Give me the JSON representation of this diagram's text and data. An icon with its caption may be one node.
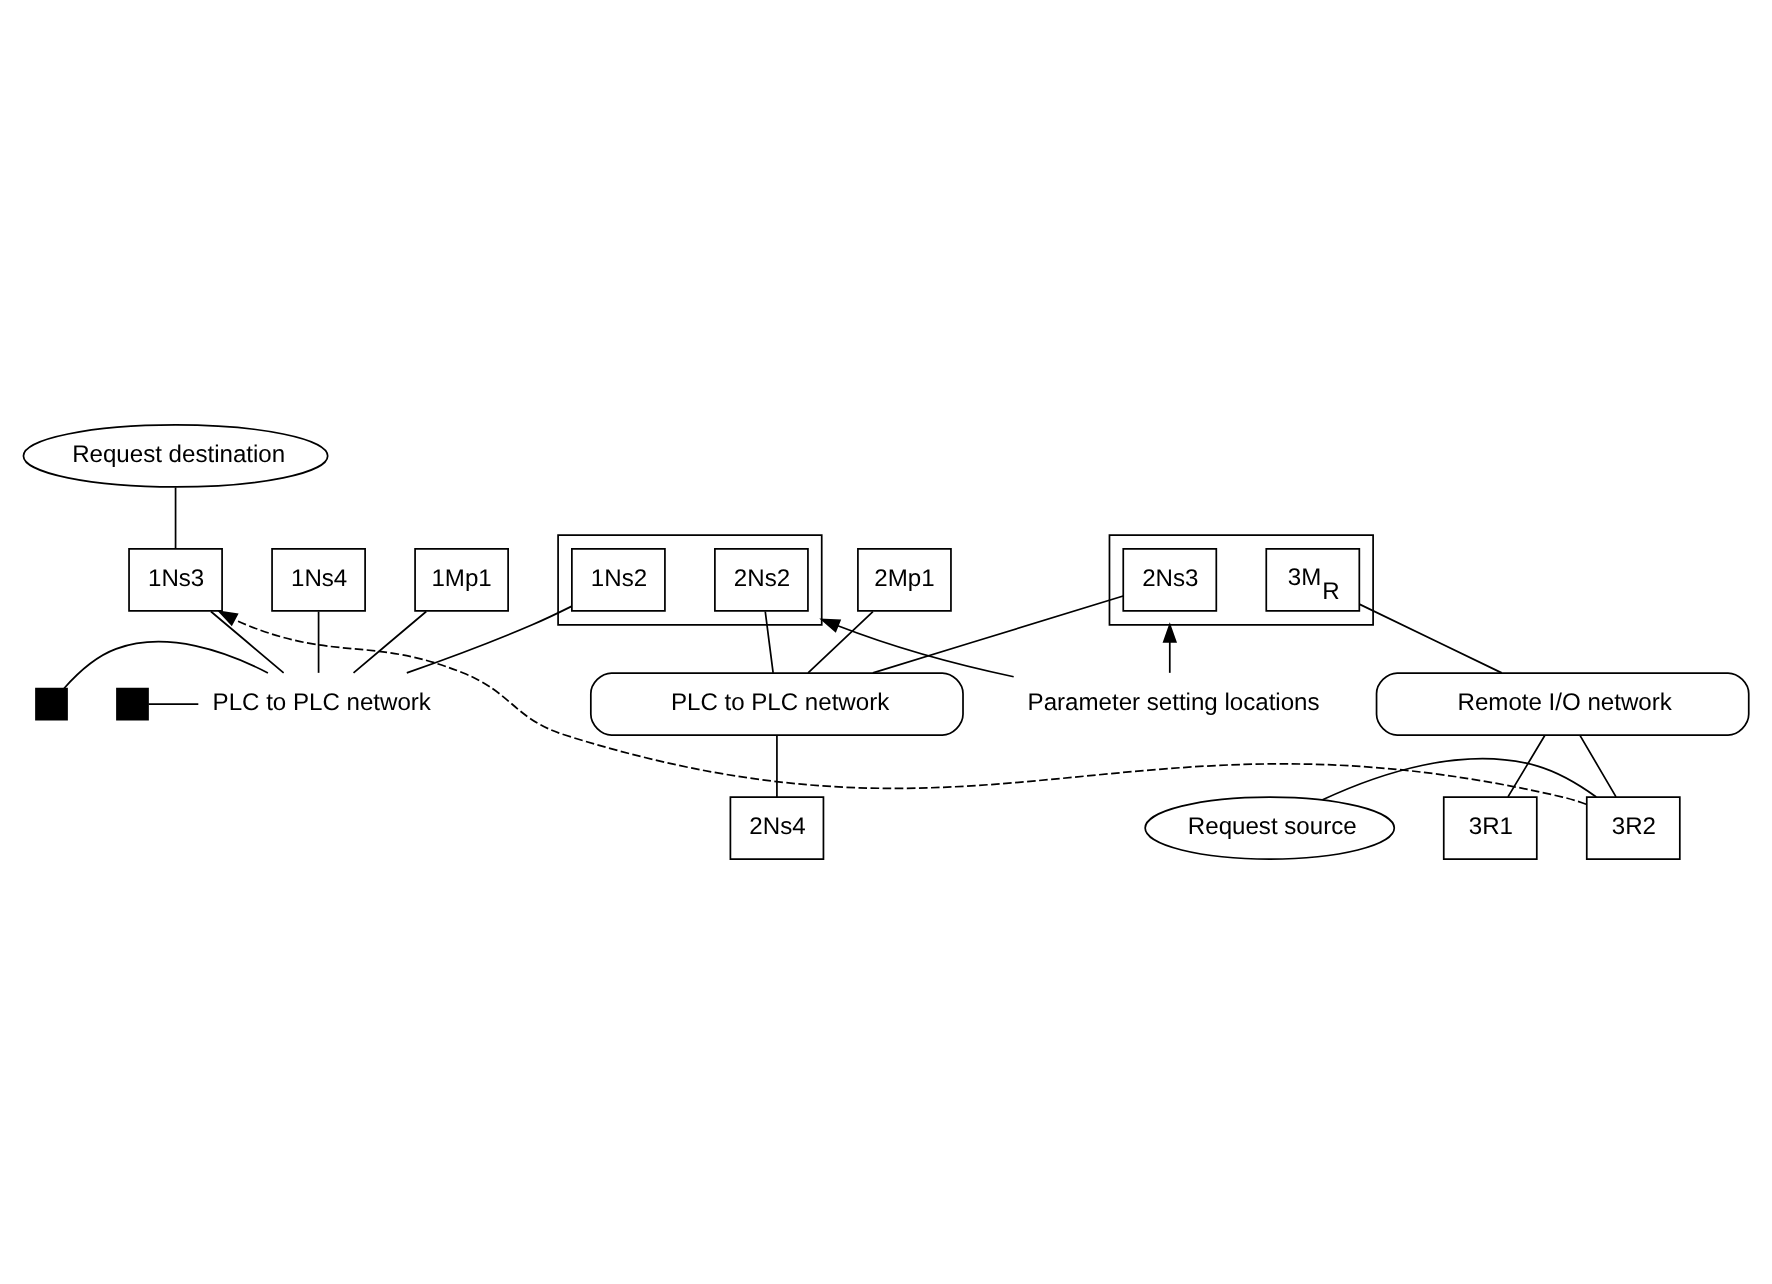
{
  "diagram": {
    "nodes": [
      {
        "text": [
          "Request destination"
        ]
      },
      {
        "text": [
          "1Mp1"
        ]
      },
      {
        "text": [
          "1Ns3"
        ]
      },
      {
        "text": [
          "1Ns4"
        ]
      },
      {
        "text": [
          "PLC to PLC network"
        ]
      },
      {
        "text": [],
        "shape": "box"
      },
      {
        "text": [
          "2Ns2"
        ],
        "in": 5
      },
      {
        "text": [
          "1Ns2"
        ],
        "in": 5
      },
      {
        "text": [
          "2Mp1"
        ]
      },
      {
        "text": [
          "PLC to PLC network"
        ]
      },
      {
        "text": [
          "2Ns4"
        ]
      },
      {
        "text": [],
        "shape": "box"
      },
      {
        "text": [
          "2Ns3"
        ],
        "in": 11
      },
      {
        "text": [
          "3M$_{R}$"
        ],
        "in": 11
      },
      {
        "text": [
          "Remote I/O network"
        ]
      },
      {
        "text": [
          "3R1"
        ]
      },
      {
        "text": [
          "3R2"
        ]
      },
      {
        "text": [
          "Request source"
        ]
      },
      {
        "text": [],
        "shape": "box"
      },
      {
        "text": [],
        "shape": "box"
      },
      {
        "text": [
          "Parameter setting locations"
        ]
      }
    ],
    "edges": [
      {
        "from": 0,
        "to": 2,
        "arrow": "none"
      },
      {
        "from": 1,
        "to": 4,
        "arrow": "none"
      },
      {
        "from": 2,
        "to": 4,
        "arrow": "none"
      },
      {
        "from": 3,
        "to": 4,
        "arrow": "none"
      },
      {
        "from": 18,
        "to": 4,
        "arrow": "none"
      },
      {
        "from": 19,
        "to": 4,
        "arrow": "none"
      },
      {
        "from": 7,
        "to": 4,
        "arrow": "none"
      },
      {
        "from": 8,
        "to": 9,
        "arrow": "none"
      },
      {
        "from": 6,
        "to": 9,
        "arrow": "none"
      },
      {
        "from": 10,
        "to": 9,
        "arrow": "none"
      },
      {
        "from": 12,
        "to": 9,
        "arrow": "none"
      },
      {
        "from": 20,
        "to": 5,
        "arrow": "to"
      },
      {
        "from": 20,
        "to": 11,
        "arrow": "to"
      },
      {
        "from": 13,
        "to": 14,
        "arrow": "none"
      },
      {
        "from": 15,
        "to": 14,
        "arrow": "none"
      },
      {
        "from": 16,
        "to": 14,
        "arrow": "none"
      },
      {
        "from": 17,
        "to": 16,
        "arrow": "none"
      },
      {
        "from": 16,
        "to": 2,
        "arrow": "to",
        "style": "dashed"
      }
    ]
  }
}
